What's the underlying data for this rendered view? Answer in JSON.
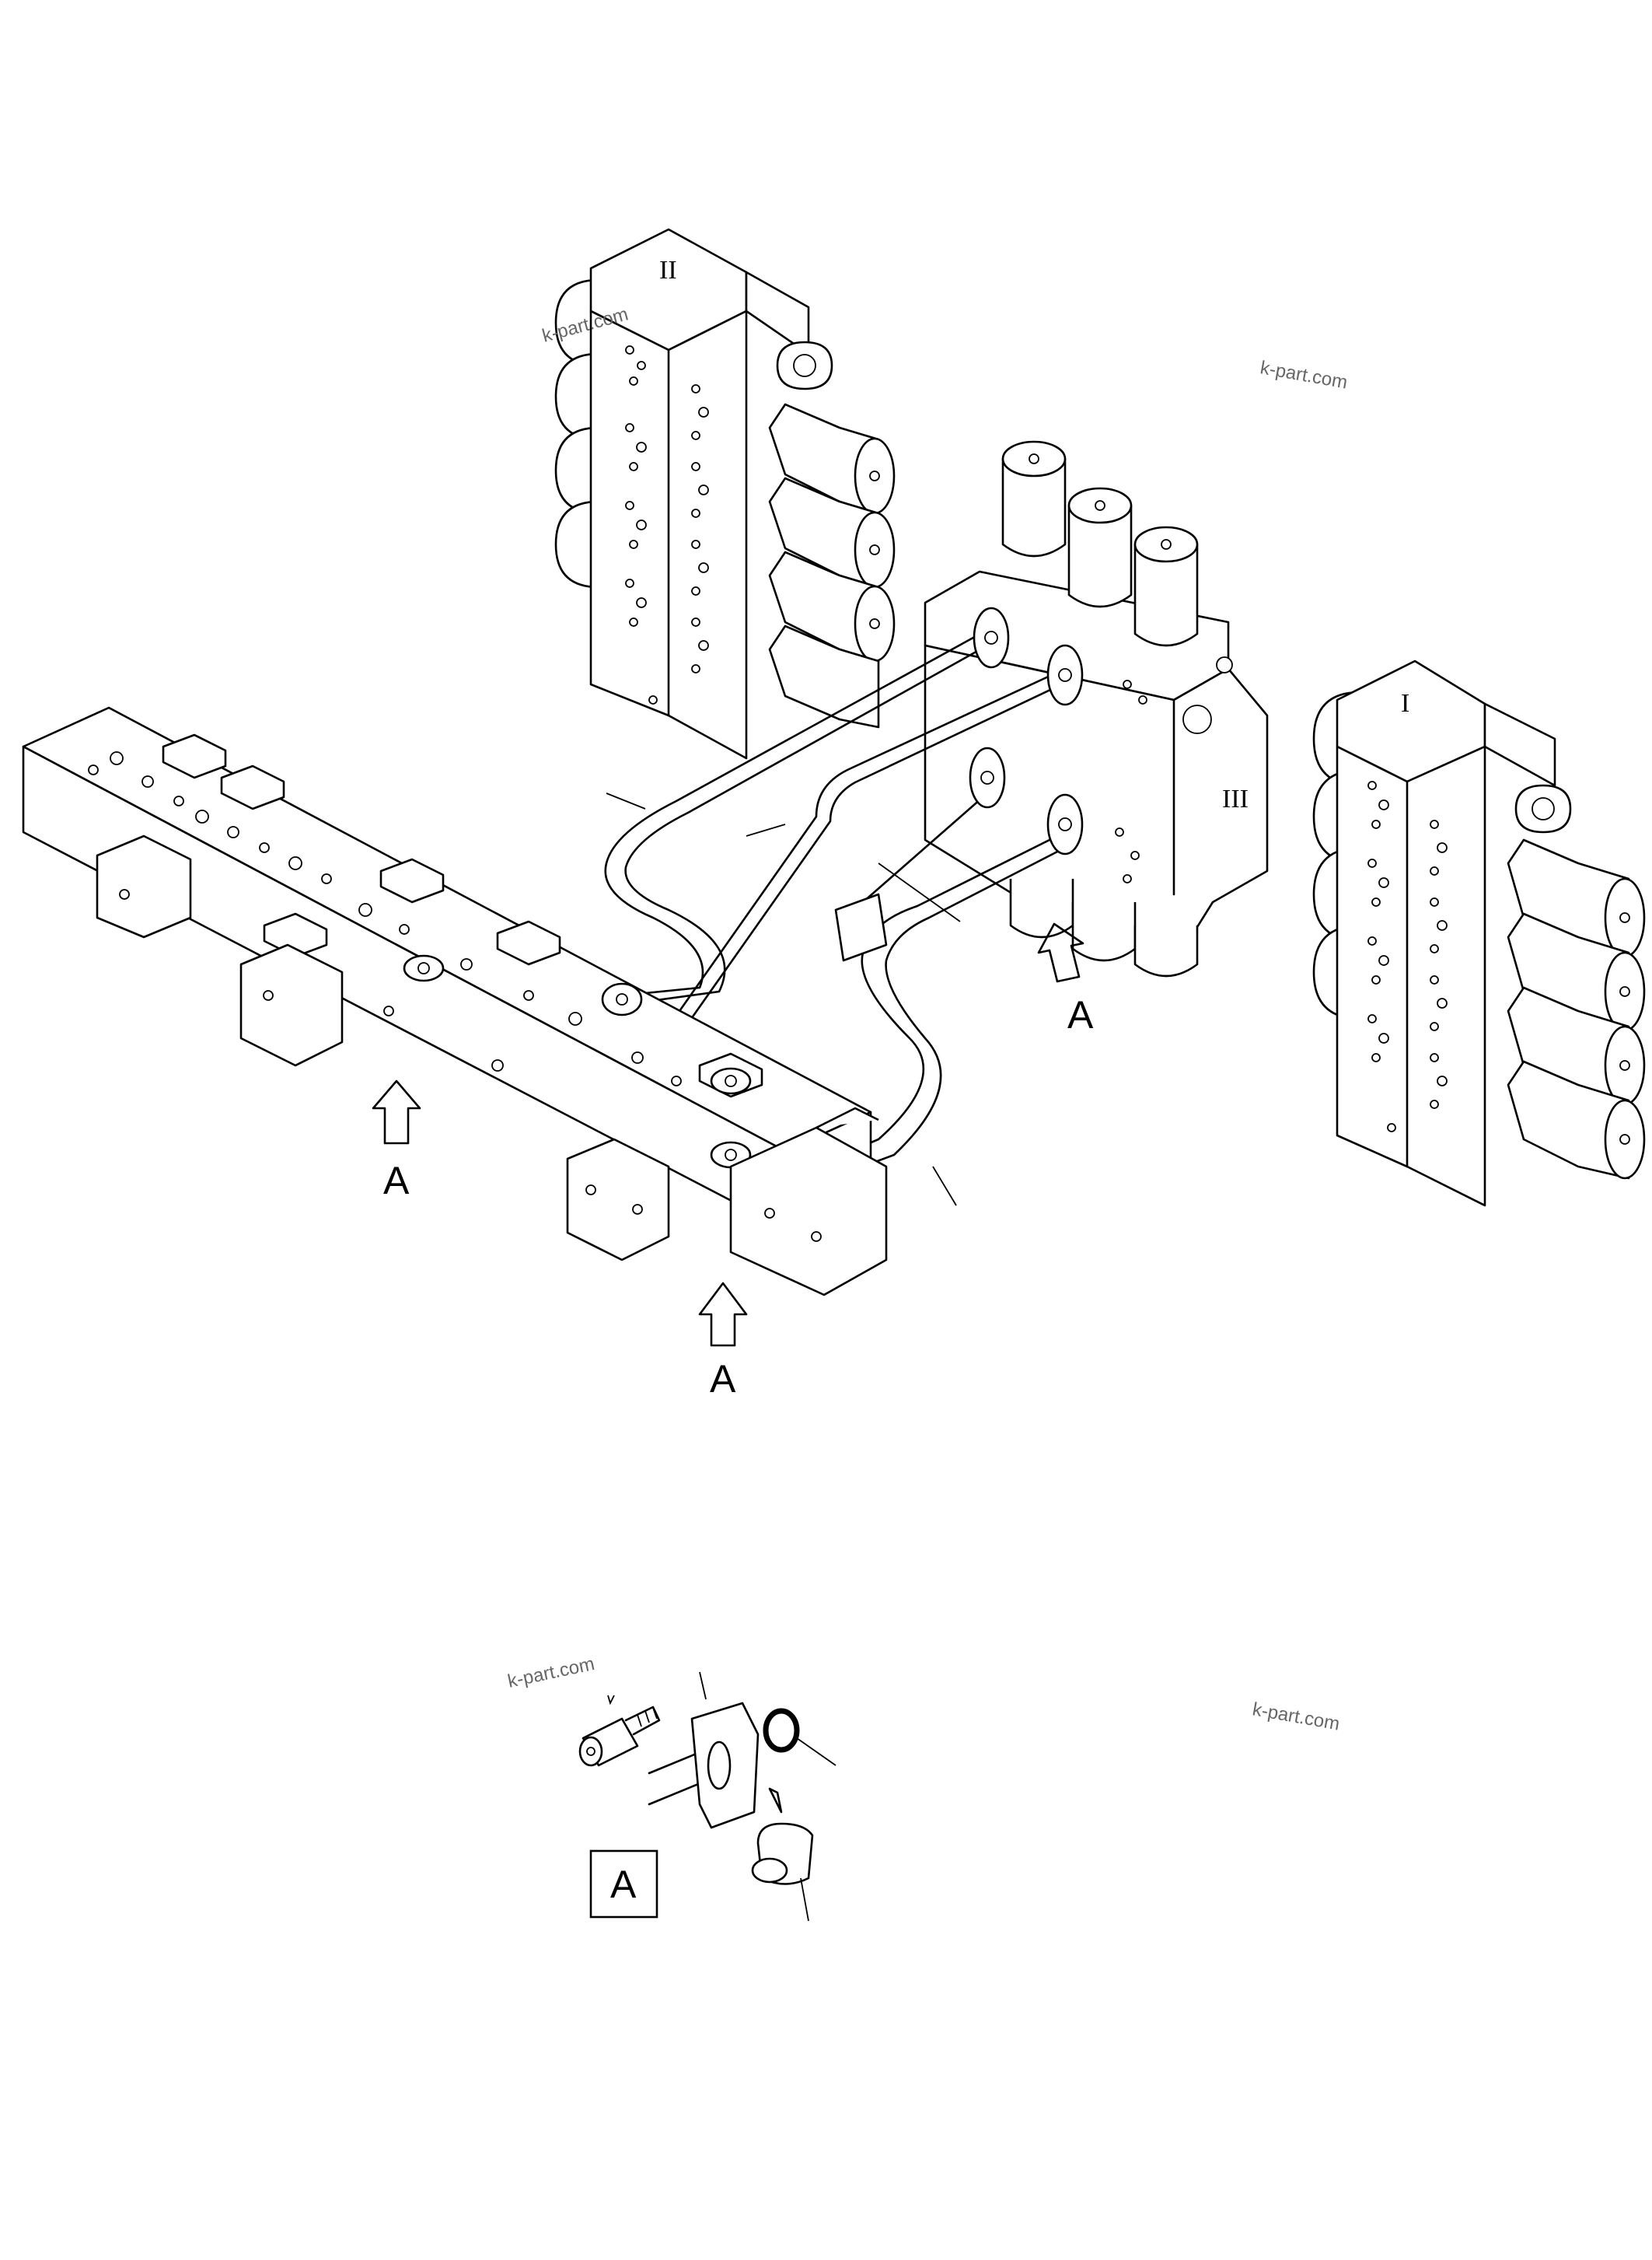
{
  "labels": {
    "valve_1": "I",
    "valve_2": "II",
    "valve_3": "III",
    "view_arrow_left": "A",
    "view_arrow_center": "A",
    "view_arrow_right": "A",
    "detail_box": "A"
  },
  "watermarks": [
    "k-part.com",
    "k-part.com",
    "k-part.com",
    "k-part.com"
  ]
}
